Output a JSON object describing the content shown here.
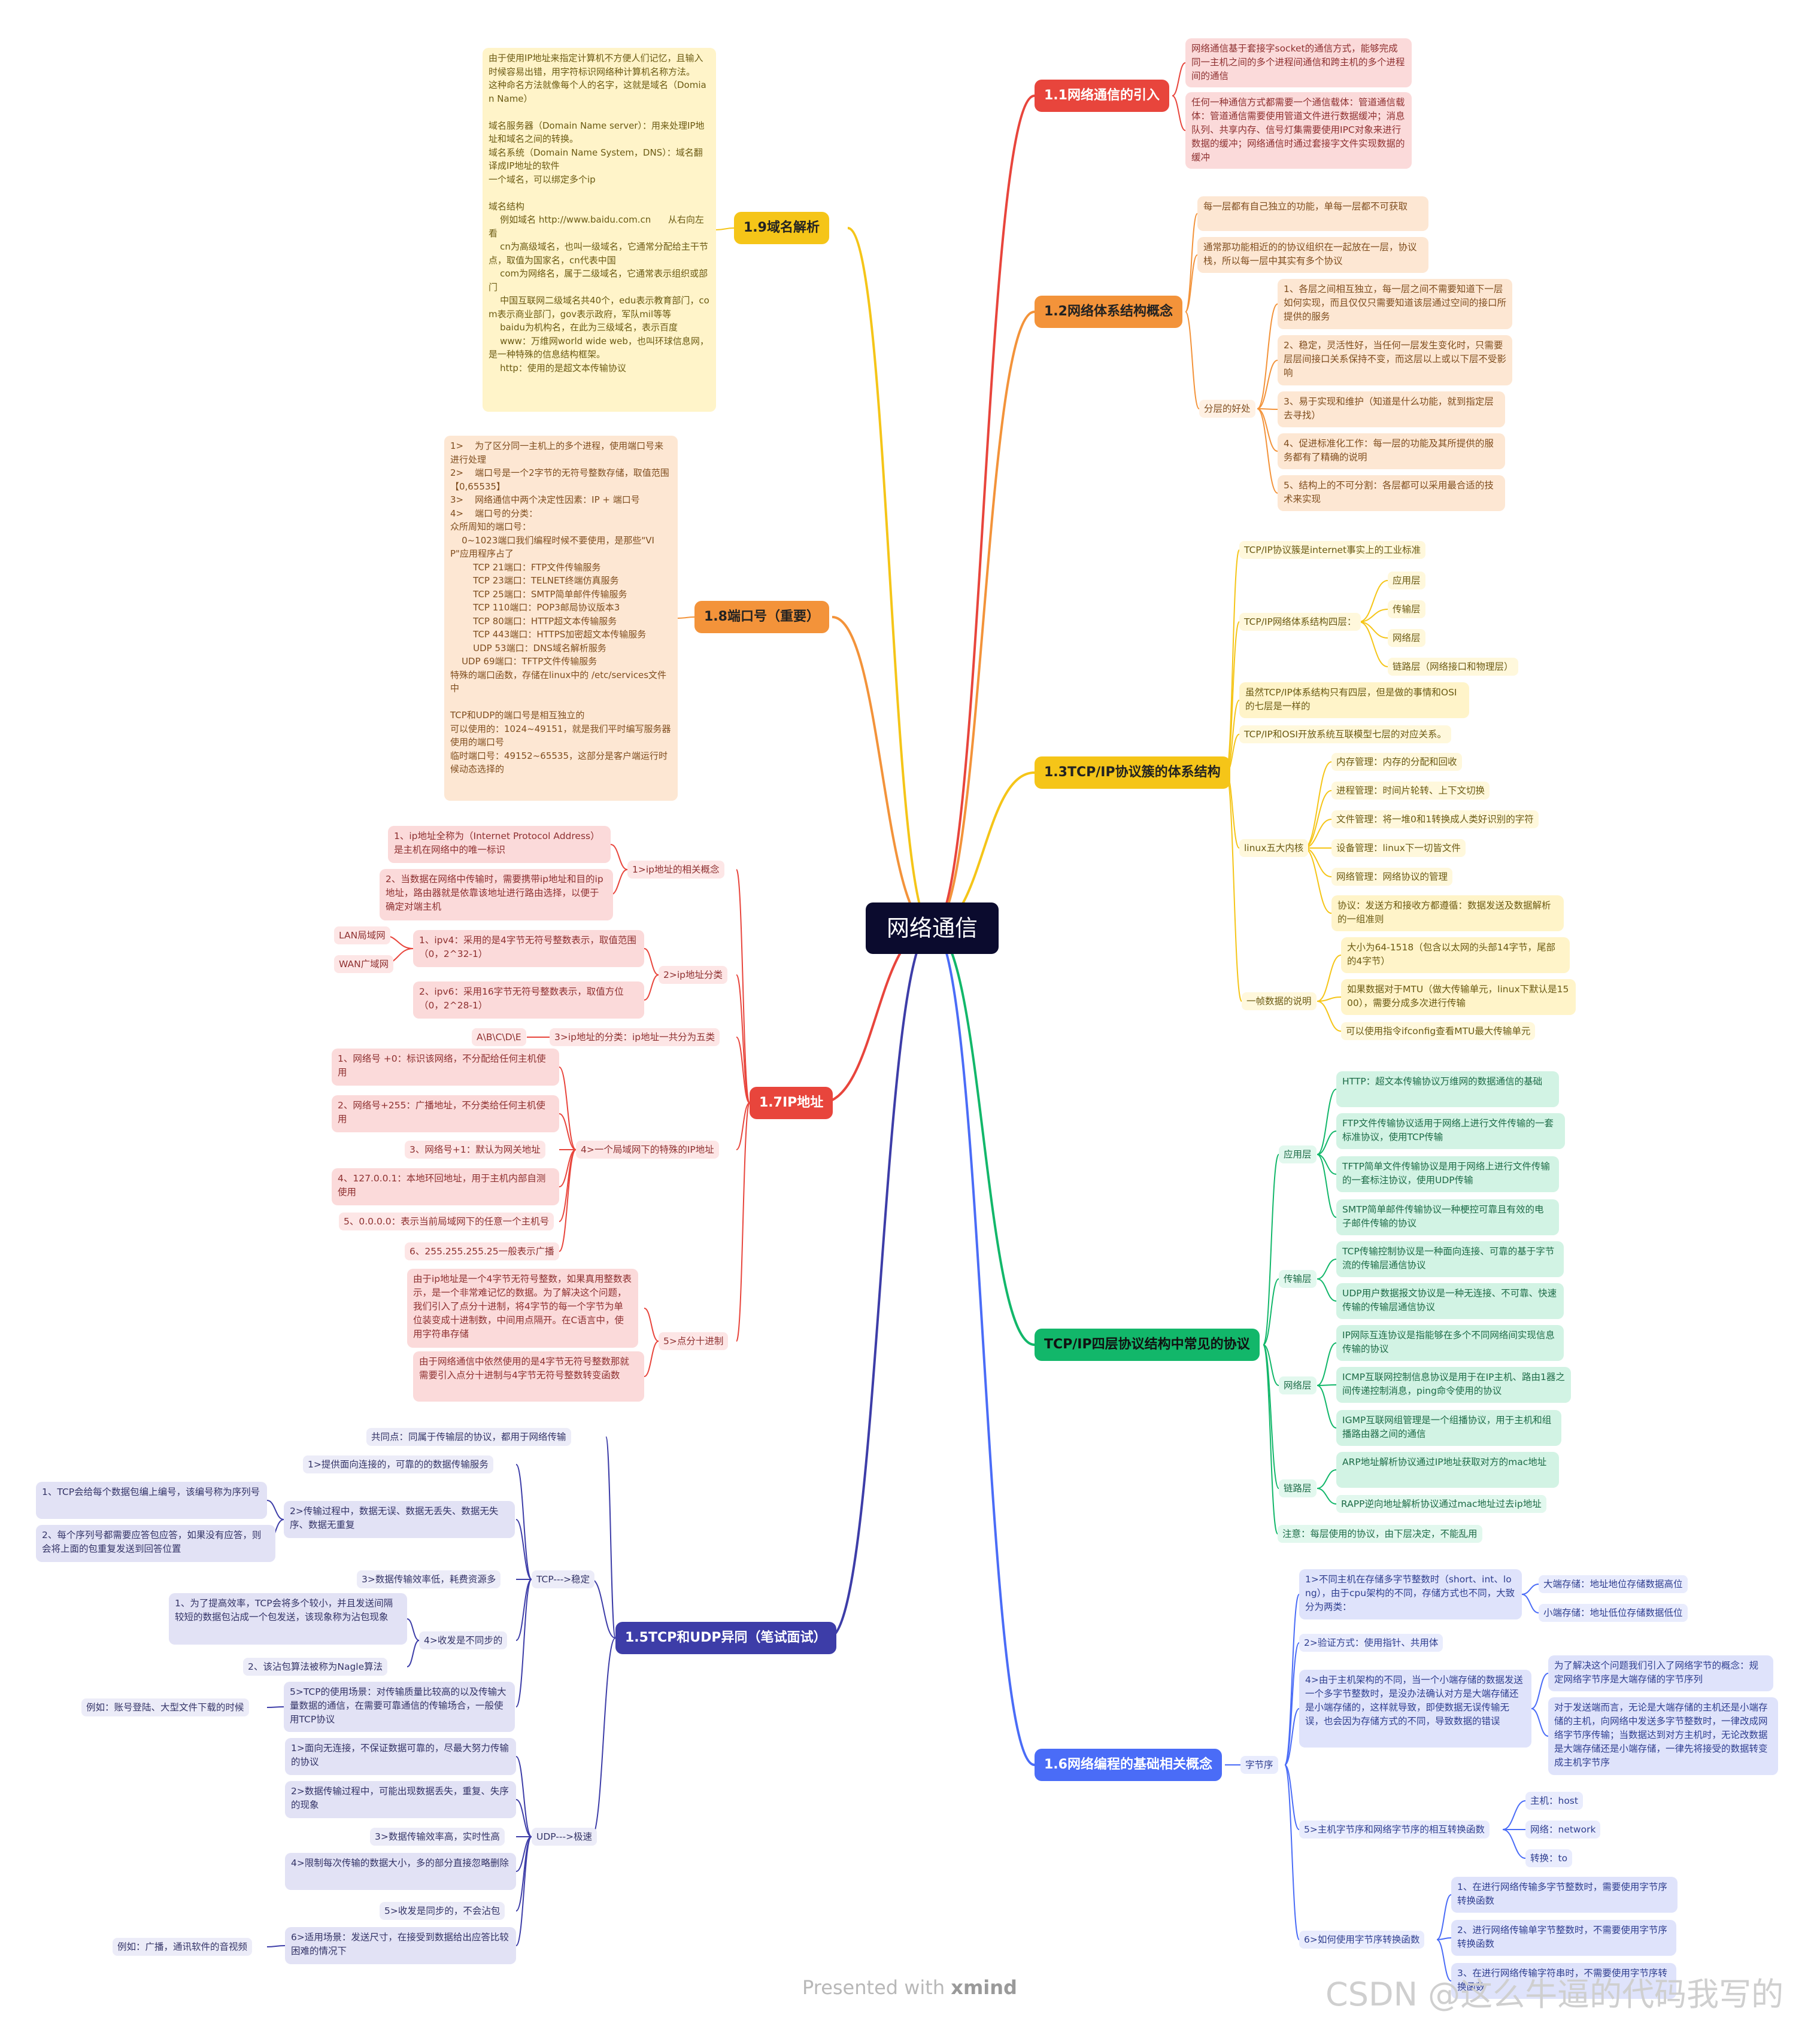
{
  "root": "网络通信",
  "colors": {
    "red": "#e8453c",
    "orange": "#f3933a",
    "yellow": "#f5c518",
    "green": "#12b76a",
    "blue": "#4a6cf7",
    "indigo": "#3d3da8"
  },
  "b11": {
    "title": "1.1网络通信的引入",
    "items": [
      "网络通信基于套接字socket的通信方式，能够完成同一主机之间的多个进程间通信和跨主机的多个进程间的通信",
      "任何一种通信方式都需要一个通信载体：管道通信载体：管道通信需要使用管道文件进行数据缓冲；消息队列、共享内存、信号灯集需要使用IPC对象来进行数据的缓冲；网络通信时通过套接字文件实现数据的缓冲"
    ]
  },
  "b12": {
    "title": "1.2网络体系结构概念",
    "items": [
      "每一层都有自己独立的功能，单每一层都不可获取",
      "通常那功能相近的的协议组织在一起放在一层，协议栈，所以每一层中其实有多个协议"
    ],
    "benefits_label": "分层的好处",
    "benefits": [
      "1、各层之间相互独立，每一层之间不需要知道下一层如何实现，而且仅仅只需要知道该层通过空间的接口所提供的服务",
      "2、稳定，灵活性好，当任何一层发生变化时，只需要层层间接口关系保持不变，而这层以上或以下层不受影响",
      "3、易于实现和维护（知道是什么功能，就到指定层去寻找）",
      "4、促进标准化工作：每一层的功能及其所提供的服务都有了精确的说明",
      "5、结构上的不可分割：各层都可以采用最合适的技术来实现"
    ]
  },
  "b13": {
    "title": "1.3TCP/IP协议簇的体系结构",
    "standard": "TCP/IP协议簇是internet事实上的工业标准",
    "four_label": "TCP/IP网络体系结构四层：",
    "four": [
      "应用层",
      "传输层",
      "网络层",
      "链路层（网络接口和物理层）"
    ],
    "note1": "虽然TCP/IP体系结构只有四层，但是做的事情和OSI的七层是一样的",
    "note2": "TCP/IP和OSI开放系统互联模型七层的对应关系。",
    "linux_label": "linux五大内核",
    "linux": [
      "内存管理：内存的分配和回收",
      "进程管理：时间片轮转、上下文切换",
      "文件管理：将一堆0和1转换成人类好识别的字符",
      "设备管理：linux下一切皆文件",
      "网络管理：网络协议的管理",
      "协议：发送方和接收方都遵循：数据发送及数据解析的一组准则"
    ],
    "frame_label": "一帧数据的说明",
    "frame": [
      "大小为64-1518（包含以太网的头部14字节，尾部的4字节）",
      "如果数据对于MTU（做大传输单元，linux下默认是1500），需要分成多次进行传输",
      "可以使用指令ifconfig查看MTU最大传输单元"
    ]
  },
  "b14": {
    "title": "TCP/IP四层协议结构中常见的协议",
    "app_label": "应用层",
    "app": [
      "HTTP：超文本传输协议万维网的数据通信的基础",
      "FTP文件传输协议适用于网络上进行文件传输的一套标准协议，使用TCP传输",
      "TFTP简单文件传输协议是用于网络上进行文件传输的一套标注协议，使用UDP传输",
      "SMTP简单邮件传输协议一种梗控可靠且有效的电子邮件传输的协议"
    ],
    "trans_label": "传输层",
    "trans": [
      "TCP传输控制协议是一种面向连接、可靠的基于字节流的传输层通信协议",
      "UDP用户数据报文协议是一种无连接、不可靠、快速传输的传输层通信协议"
    ],
    "net_label": "网络层",
    "net": [
      "IP网际互连协议是指能够在多个不同网络间实现信息传输的协议",
      "ICMP互联网控制信息协议是用于在IP主机、路由1器之间传递控制消息，ping命令使用的协议",
      "IGMP互联网组管理是一个组播协议，用于主机和组播路由器之间的通信"
    ],
    "link_label": "链路层",
    "link": [
      "ARP地址解析协议通过IP地址获取对方的mac地址",
      "RAPP逆向地址解析协议通过mac地址过去ip地址"
    ],
    "note": "注意：每层使用的协议，由下层决定，不能乱用"
  },
  "b16": {
    "title": "1.6网络编程的基础相关概念",
    "sub_label": "字节序",
    "i1": "1>不同主机在存储多字节整数时（short、int、long），由于cpu架构的不同，存储方式也不同，大致分为两类：",
    "i1c": [
      "大端存储：地址地位存储数据高位",
      "小端存储：地址低位存储数据低位"
    ],
    "i2": "2>验证方式：使用指针、共用体",
    "i4": "4>由于主机架构的不同，当一个小端存储的数据发送一个多字节整数时，是没办法确认对方是大端存储还是小端存储的，这样就导致，即使数据无误传输无误，也会因为存储方式的不同，导致数据的错误",
    "i4c": [
      "为了解决这个问题我们引入了网络字节的概念：规定网络字节序是大端存储的字节序列",
      "对于发送端而言，无论是大端存储的主机还是小端存储的主机，向网络中发送多字节整数时，一律改成网络字节序传输；当数据达到对方主机时，无论改数据是大端存储还是小端存储，一律先将接受的数据转变成主机字节序"
    ],
    "i5": "5>主机字节序和网络字节序的相互转换函数",
    "i5c": [
      "主机：host",
      "网络：network",
      "转换：to"
    ],
    "i6": "6>如何使用字节序转换函数",
    "i6c": [
      "1、在进行网络传输多字节整数时，需要使用字节序转换函数",
      "2、进行网络传输单字节整数时，不需要使用字节序转换函数",
      "3、在进行网络传输字符串时，不需要使用字节序转换函数"
    ]
  },
  "b19": {
    "title": "1.9域名解析",
    "text": "由于使用IP地址来指定计算机不方便人们记忆，且输入时候容易出错，用字符标识网络种计算机名称方法。\n这种命名方法就像每个人的名字，这就是域名（Domian Name）\n\n域名服务器（Domain Name server）：用来处理IP地址和域名之间的转换。\n域名系统（Domain Name System，DNS）：域名翻译成IP地址的软件\n一个域名，可以绑定多个ip\n\n域名结构\n    例如域名 http://www.baidu.com.cn      从右向左看\n    cn为高级域名，也叫一级域名，它通常分配给主干节点，取值为国家名，cn代表中国\n    com为网络名，属于二级域名，它通常表示组织或部门\n    中国互联网二级域名共40个，edu表示教育部门，com表示商业部门，gov表示政府，军队mil等等\n    baidu为机构名，在此为三级域名，表示百度\n    www：万维网world wide web，也叫环球信息网，是一种特殊的信息结构框架。\n    http：使用的是超文本传输协议"
  },
  "b18": {
    "title": "1.8端口号（重要）",
    "text": "1>    为了区分同一主机上的多个进程，使用端口号来进行处理\n2>    端口号是一个2字节的无符号整数存储，取值范围【0,65535】\n3>    网络通信中两个决定性因素：IP + 端口号\n4>    端口号的分类：\n众所周知的端口号：\n    0~1023端口我们编程时候不要使用，是那些\"VIP\"应用程序占了\n        TCP 21端口：FTP文件传输服务\n        TCP 23端口：TELNET终端仿真服务\n        TCP 25端口：SMTP简单邮件传输服务\n        TCP 110端口：POP3邮局协议版本3\n        TCP 80端口：HTTP超文本传输服务\n        TCP 443端口：HTTPS加密超文本传输服务\n        UDP 53端口：DNS域名解析服务\n    UDP 69端口：TFTP文件传输服务\n特殊的端口函数，存储在linux中的 /etc/services文件中\n\nTCP和UDP的端口号是相互独立的\n可以使用的：1024~49151，就是我们平时编写服务器使用的端口号\n临时端口号：49152~65535，这部分是客户端运行时候动态选择的"
  },
  "b17": {
    "title": "1.7IP地址",
    "c1": "1>ip地址的相关概念",
    "c1i": [
      "1、ip地址全称为（Internet Protocol Address）是主机在网络中的唯一标识",
      "2、当数据在网络中传输时，需要携带ip地址和目的ip地址，路由器就是依靠该地址进行路由选择，以便于确定对端主机"
    ],
    "c2": "2>ip地址分类",
    "c2i": [
      "1、ipv4：采用的是4字节无符号整数表示，取值范围（0，2^32-1）",
      "2、ipv6：采用16字节无符号整数表示，取值方位（0，2^28-1）"
    ],
    "lan": [
      "LAN局域网",
      "WAN广域网"
    ],
    "c3": "3>ip地址的分类：ip地址一共分为五类",
    "c3i": "A\\B\\C\\D\\E",
    "c4": "4>一个局域网下的特殊的IP地址",
    "c4i": [
      "1、网络号 +0：标识该网络，不分配给任何主机使用",
      "2、网络号+255：广播地址，不分类给任何主机使用",
      "3、网络号+1：默认为网关地址",
      "4、127.0.0.1：本地环回地址，用于主机内部自测使用",
      "5、0.0.0.0：表示当前局域网下的任意一个主机号",
      "6、255.255.255.25一般表示广播"
    ],
    "c5": "5>点分十进制",
    "c5i": [
      "由于ip地址是一个4字节无符号整数，如果真用整数表示，是一个非常难记忆的数据。为了解决这个问题，我们引入了点分十进制，将4字节的每一个字节为单位装变成十进制数，中间用点隔开。在C语言中，使用字符串存储",
      "由于网络通信中依然使用的是4字节无符号整数那就需要引入点分十进制与4字节无符号整数转变函数"
    ]
  },
  "b15": {
    "title": "1.5TCP和UDP异同（笔试面试）",
    "common": "共同点：同属于传输层的协议，都用于网络传输",
    "tcp_label": "TCP--->稳定",
    "tcp1": "1>提供面向连接的，可靠的的数据传输服务",
    "tcp2": "2>传输过程中，数据无误、数据无丢失、数据无失序、数据无重复",
    "tcp2c": [
      "1、TCP会给每个数据包编上编号，该编号称为序列号",
      "2、每个序列号都需要应答包应答，如果没有应答，则会将上面的包重复发送到回答位置"
    ],
    "tcp3": "3>数据传输效率低，耗费资源多",
    "tcp4": "4>收发是不同步的",
    "tcp4c": [
      "1、为了提高效率，TCP会将多个较小，并且发送间隔较短的数据包沾成一个包发送，该现象称为沾包现象",
      "2、该沾包算法被称为Nagle算法"
    ],
    "tcp5": "5>TCP的使用场景：对传输质量比较高的以及传输大量数据的通信，在需要可靠通信的传输场合，一般使用TCP协议",
    "tcp5c": "例如：账号登陆、大型文件下载的时候",
    "udp_label": "UDP--->极速",
    "udp1": "1>面向无连接，不保证数据可靠的，尽最大努力传输的协议",
    "udp2": "2>数据传输过程中，可能出现数据丢失，重复、失序的现象",
    "udp3": "3>数据传输效率高，实时性高",
    "udp4": "4>限制每次传输的数据大小，多的部分直接忽略删除",
    "udp5": "5>收发是同步的，不会沾包",
    "udp6": "6>适用场景：发送尺寸，在接受到数据给出应答比较困难的情况下",
    "udp6c": "例如：广播，通讯软件的音视频"
  },
  "footer": {
    "presented": "Presented with",
    "brand": "xmind",
    "watermark": "CSDN @这么牛逼的代码我写的"
  }
}
